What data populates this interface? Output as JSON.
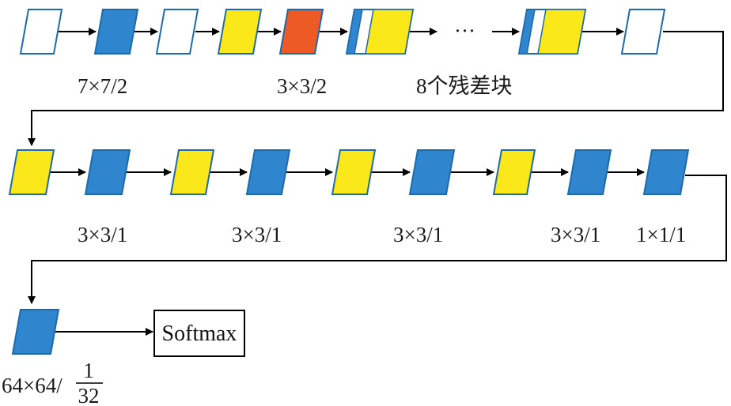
{
  "colors": {
    "white_block": "#ffffff",
    "blue_block": "#2f86cf",
    "yellow_block": "#fbe81a",
    "orange_block": "#ee5a25",
    "stroke": "#1d6aa8",
    "line": "#000000"
  },
  "rows": [
    {
      "blocks": [
        "white",
        "blue",
        "white",
        "yellow",
        "orange",
        "blue-white-yellow"
      ],
      "ellipsis": "···",
      "after_ellipsis": [
        "blue-white-yellow",
        "white"
      ]
    },
    {
      "blocks": [
        "yellow",
        "blue",
        "yellow",
        "blue",
        "yellow",
        "blue",
        "yellow",
        "blue",
        "blue"
      ]
    },
    {
      "blocks": [
        "blue"
      ]
    }
  ],
  "labels": {
    "r1_conv": "7×7/2",
    "r1_pool": "3×3/2",
    "r1_residual": "8个残差块",
    "r2_a": "3×3/1",
    "r2_b": "3×3/1",
    "r2_c": "3×3/1",
    "r2_d": "3×3/1",
    "r2_e": "1×1/1",
    "r3_prefix": "64×64/",
    "r3_num": "1",
    "r3_den": "32"
  },
  "softmax": "Softmax"
}
